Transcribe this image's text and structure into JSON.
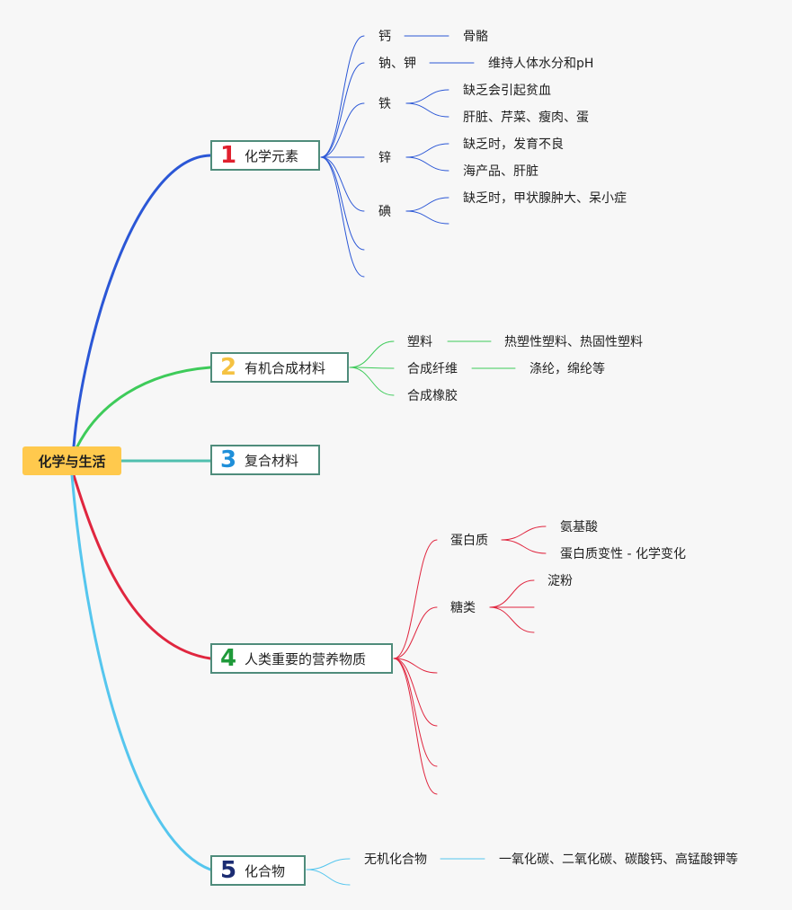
{
  "root": {
    "label": "化学与生活"
  },
  "topics": [
    {
      "number": "1",
      "label": "化学元素",
      "number_color": "#e0202e",
      "line_color": "#2b57d6",
      "children": [
        {
          "label": "钙",
          "children": [
            "骨骼"
          ]
        },
        {
          "label": "钠、钾",
          "children": [
            "维持人体水分和pH"
          ]
        },
        {
          "label": "铁",
          "children": [
            "缺乏会引起贫血",
            "肝脏、芹菜、瘦肉、蛋"
          ]
        },
        {
          "label": "锌",
          "children": [
            "缺乏时，发育不良",
            "海产品、肝脏"
          ]
        },
        {
          "label": "碘",
          "children": [
            "缺乏时，甲状腺肿大、呆小症",
            ""
          ]
        },
        {
          "label": "",
          "children": []
        },
        {
          "label": "",
          "children": []
        }
      ]
    },
    {
      "number": "2",
      "label": "有机合成材料",
      "number_color": "#f5c242",
      "line_color": "#3ecb5a",
      "children": [
        {
          "label": "塑料",
          "children": [
            "热塑性塑料、热固性塑料"
          ]
        },
        {
          "label": "合成纤维",
          "children": [
            "涤纶，绵纶等"
          ]
        },
        {
          "label": "合成橡胶",
          "children": []
        }
      ]
    },
    {
      "number": "3",
      "label": "复合材料",
      "number_color": "#1f8fd9",
      "line_color": "#4fbfae",
      "children": []
    },
    {
      "number": "4",
      "label": "人类重要的营养物质",
      "number_color": "#1f9a3a",
      "line_color": "#e0263f",
      "children": [
        {
          "label": "蛋白质",
          "children": [
            "氨基酸",
            "蛋白质变性 - 化学变化"
          ]
        },
        {
          "label": "糖类",
          "children": [
            "淀粉",
            "",
            ""
          ]
        },
        {
          "label": "",
          "children": []
        },
        {
          "label": "",
          "children": []
        },
        {
          "label": "",
          "children": []
        },
        {
          "label": "",
          "children": []
        }
      ]
    },
    {
      "number": "5",
      "label": "化合物",
      "number_color": "#1b2c72",
      "line_color": "#55c6ee",
      "children": [
        {
          "label": "无机化合物",
          "children": [
            "一氧化碳、二氧化碳、碳酸钙、高锰酸钾等"
          ]
        },
        {
          "label": "",
          "children": []
        }
      ]
    }
  ]
}
